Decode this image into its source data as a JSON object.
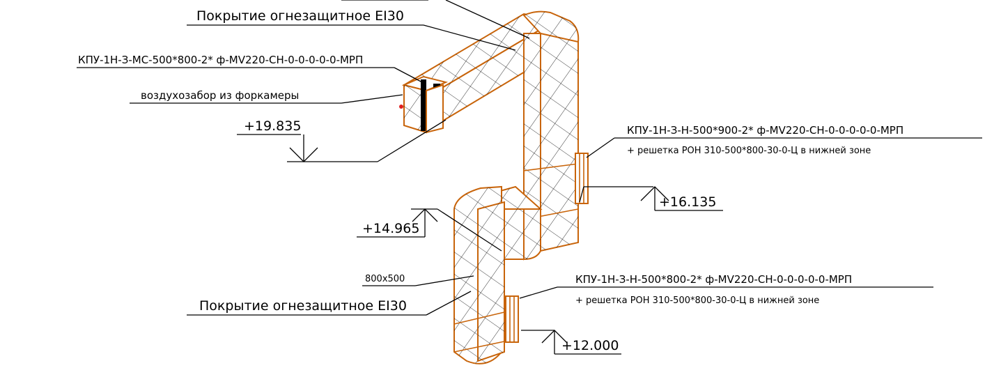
{
  "annotations": {
    "coating_top": "Покрытие огнезащитное EI30",
    "valve_top": "КПУ-1Н-З-МС-500*800-2* ф-MV220-СН-0-0-0-0-0-МРП",
    "air_intake": "воздухозабор из форкамеры",
    "valve_right": "КПУ-1Н-З-Н-500*900-2* ф-MV220-СН-0-0-0-0-0-МРП",
    "grille_right": "+ решетка РОН 310-500*800-30-0-Ц в нижней зоне",
    "size_label": "800x500",
    "coating_bottom": "Покрытие огнезащитное EI30",
    "valve_bottom": "КПУ-1Н-З-Н-500*800-2* ф-MV220-СН-0-0-0-0-0-МРП",
    "grille_bottom": "+ решетка РОН 310-500*800-30-0-Ц в нижней зоне"
  },
  "elevations": {
    "e1": "+19.835",
    "e2": "+16.135",
    "e3": "+14.965",
    "e4": "+12.000"
  },
  "colors": {
    "duct_outline": "#c8640a",
    "lines": "#000000",
    "damper_fill": "#000000",
    "marker": "#e02020"
  }
}
